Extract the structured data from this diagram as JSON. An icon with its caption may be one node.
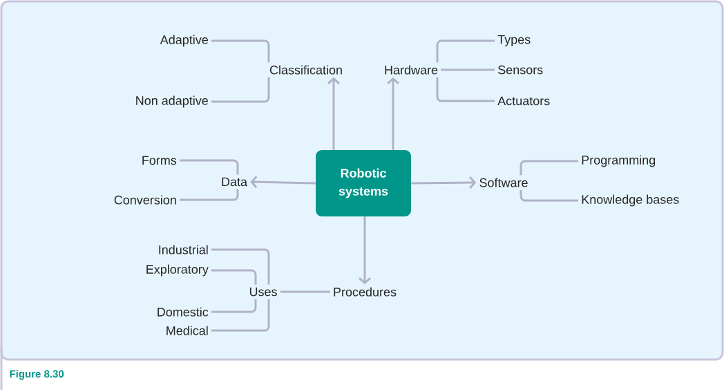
{
  "diagram": {
    "caption": "Figure 8.30",
    "nodes": [
      {
        "text": [
          "Robotic systems"
        ]
      },
      {
        "text": [
          "Classification"
        ]
      },
      {
        "text": [
          "Adaptive"
        ]
      },
      {
        "text": [
          "Non adaptive"
        ]
      },
      {
        "text": [
          "Hardware"
        ]
      },
      {
        "text": [
          "Types"
        ]
      },
      {
        "text": [
          "Sensors"
        ]
      },
      {
        "text": [
          "Actuators"
        ]
      },
      {
        "text": [
          "Data"
        ]
      },
      {
        "text": [
          "Forms"
        ]
      },
      {
        "text": [
          "Conversion"
        ]
      },
      {
        "text": [
          "Software"
        ]
      },
      {
        "text": [
          "Programming"
        ]
      },
      {
        "text": [
          "Knowledge bases"
        ]
      },
      {
        "text": [
          "Procedures"
        ]
      },
      {
        "text": [
          "Uses"
        ]
      },
      {
        "text": [
          "Industrial"
        ]
      },
      {
        "text": [
          "Exploratory"
        ]
      },
      {
        "text": [
          "Domestic"
        ]
      },
      {
        "text": [
          "Medical"
        ]
      }
    ],
    "edges": [
      {
        "from": 0,
        "to": 1,
        "arrow": "to"
      },
      {
        "from": 0,
        "to": 4,
        "arrow": "to"
      },
      {
        "from": 0,
        "to": 8,
        "arrow": "to"
      },
      {
        "from": 0,
        "to": 11,
        "arrow": "to"
      },
      {
        "from": 0,
        "to": 14,
        "arrow": "to"
      },
      {
        "from": 1,
        "to": 2,
        "arrow": "none"
      },
      {
        "from": 1,
        "to": 3,
        "arrow": "none"
      },
      {
        "from": 4,
        "to": 5,
        "arrow": "none"
      },
      {
        "from": 4,
        "to": 6,
        "arrow": "none"
      },
      {
        "from": 4,
        "to": 7,
        "arrow": "none"
      },
      {
        "from": 8,
        "to": 9,
        "arrow": "none"
      },
      {
        "from": 8,
        "to": 10,
        "arrow": "none"
      },
      {
        "from": 11,
        "to": 12,
        "arrow": "none"
      },
      {
        "from": 11,
        "to": 13,
        "arrow": "none"
      },
      {
        "from": 14,
        "to": 15,
        "arrow": "none"
      },
      {
        "from": 15,
        "to": 16,
        "arrow": "none"
      },
      {
        "from": 15,
        "to": 17,
        "arrow": "none"
      },
      {
        "from": 15,
        "to": 18,
        "arrow": "none"
      },
      {
        "from": 15,
        "to": 19,
        "arrow": "none"
      }
    ]
  }
}
